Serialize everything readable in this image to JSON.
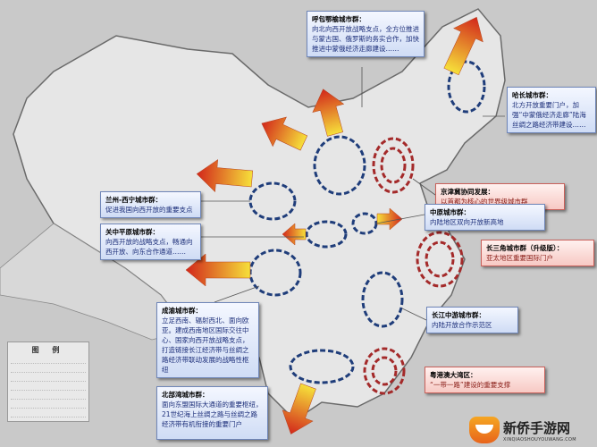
{
  "colors": {
    "cluster_blue": "#1f3d7a",
    "cluster_red": "#a42a2a",
    "arrow_start": "#f6e03a",
    "arrow_end": "#d2261b",
    "map_bg": "#c9c9c9"
  },
  "clusters": [
    {
      "title": "呼包鄂榆城市群：",
      "text": "向北向西开放战略支点，全方位推进与蒙古国、俄罗斯的务实合作，加快推进中蒙俄经济走廊建设……",
      "style": "blue"
    },
    {
      "title": "哈长城市群：",
      "text": "北方开放重要门户，加强“中蒙俄经济走廊”陆海丝绸之路经济带建设……",
      "style": "blue"
    },
    {
      "title": "京津冀协同发展：",
      "text": "以首都为核心的世界级城市群",
      "style": "red"
    },
    {
      "title": "中原城市群：",
      "text": "内陆地区双向开放新高地",
      "style": "blue"
    },
    {
      "title": "兰州-西宁城市群：",
      "text": "促进我国向西开放的重要支点",
      "style": "blue"
    },
    {
      "title": "关中平原城市群：",
      "text": "向西开放的战略支点，畅通向西开放、向东合作通道……",
      "style": "blue"
    },
    {
      "title": "长三角城市群（升级版）：",
      "text": "亚太地区重要国际门户",
      "style": "red"
    },
    {
      "title": "成渝城市群：",
      "text": "立足西南、辐射西北、面向欧亚。建成西南地区国际交往中心、国家向西开放战略支点，打造链接长江经济带与丝绸之路经济带联动发展的战略性枢纽",
      "style": "blue"
    },
    {
      "title": "长江中游城市群：",
      "text": "内陆开放合作示范区",
      "style": "blue"
    },
    {
      "title": "粤港澳大湾区：",
      "text": "“一带一路”建设的重要支撑",
      "style": "red"
    },
    {
      "title": "北部湾城市群：",
      "text": "面向东盟国际大通道的重要枢纽，21世纪海上丝绸之路与丝绸之路经济带有机衔接的重要门户",
      "style": "blue"
    }
  ],
  "legend": {
    "title": "图 例"
  },
  "logo": {
    "name": "新侨手游网",
    "url_text": "XINQIAOSHOUYOUWANG.COM"
  }
}
